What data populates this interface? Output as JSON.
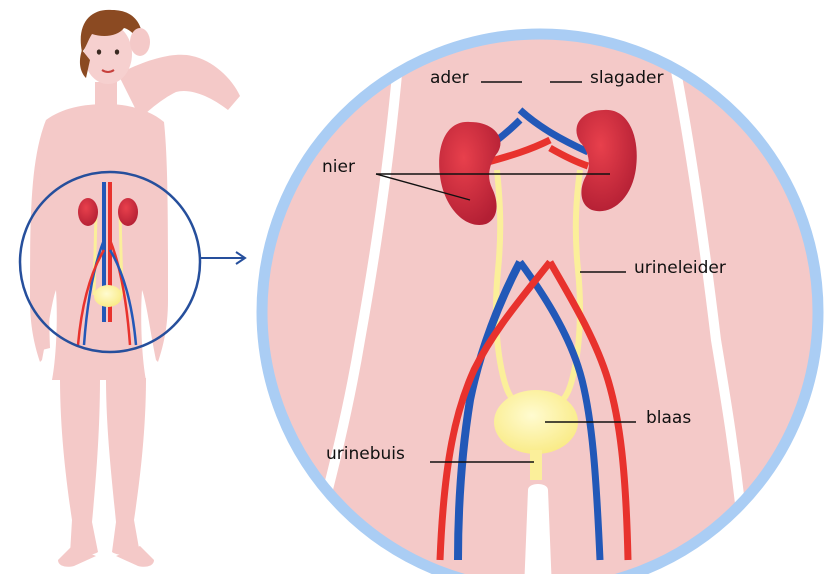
{
  "labels": {
    "ader": "ader",
    "slagader": "slagader",
    "nier": "nier",
    "urineleider": "urineleider",
    "blaas": "blaas",
    "urinebuis": "urinebuis"
  },
  "colors": {
    "skin": "#f4c9c8",
    "skin_shadow": "#eeb4b3",
    "hair": "#8b4a22",
    "kidney": "#c92a3a",
    "artery": "#e8322d",
    "vein": "#2258b8",
    "ureter": "#fbef9a",
    "bladder": "#fbef8a",
    "zoom_ring": "#aacdf4",
    "small_circle": "#264f9c"
  }
}
